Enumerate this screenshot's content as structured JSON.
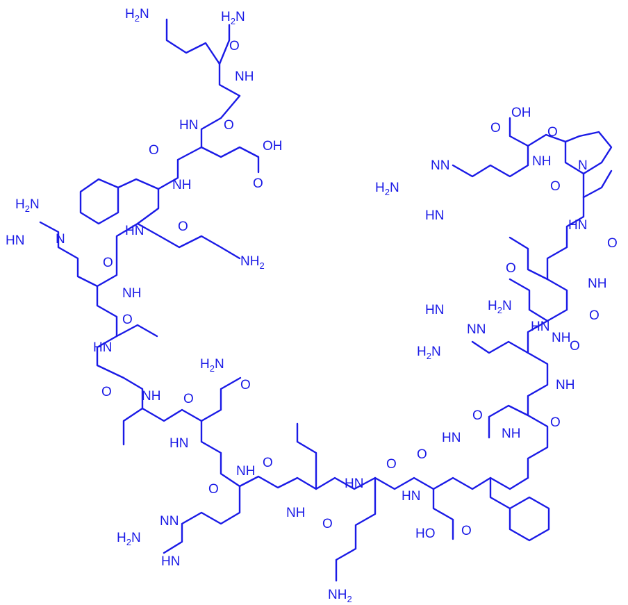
{
  "structure": {
    "color": "#1a1ae6",
    "labels": {
      "nh2": "NH",
      "h2n": "H",
      "h2n_n": "N",
      "sub2": "2",
      "nh": "NH",
      "hn": "HN",
      "h_n": "N",
      "n": "N",
      "o": "O",
      "oh": "OH",
      "ho": "HO"
    }
  }
}
